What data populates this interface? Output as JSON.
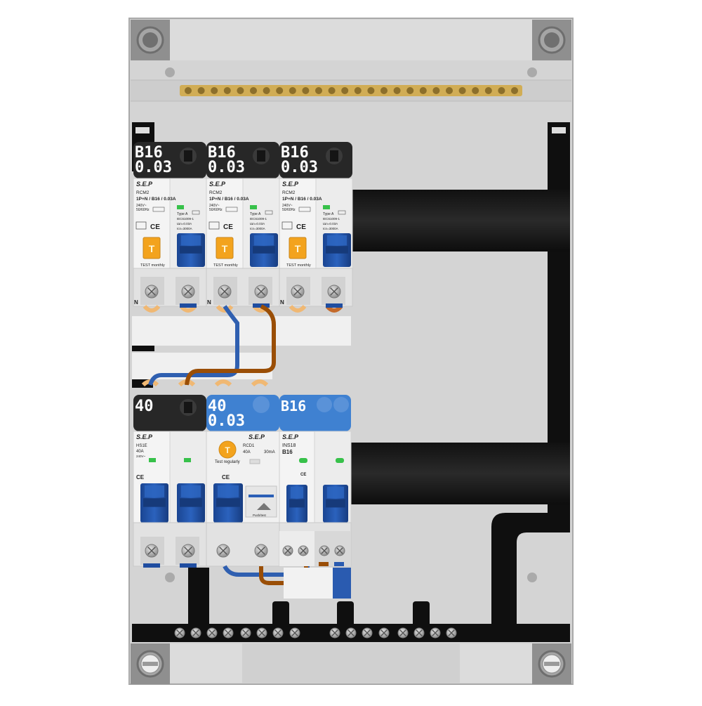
{
  "top_row": {
    "modules": [
      {
        "rating": "B16",
        "sensitivity": "0.03",
        "brand": "S.E.P",
        "model": "RCM2",
        "spec": "1P+N / B16 / 0.03A",
        "voltage": "240V~",
        "freq": "50/60Hz",
        "type": "Type A",
        "standard": "IEC61009-1",
        "idn": "IΔn=0.03A",
        "icn": "Icn=3000A",
        "test": "TEST monthly",
        "neutral": "N"
      },
      {
        "rating": "B16",
        "sensitivity": "0.03",
        "brand": "S.E.P",
        "model": "RCM2",
        "spec": "1P+N / B16 / 0.03A",
        "voltage": "240V~",
        "freq": "50/60Hz",
        "type": "Type A",
        "standard": "IEC61009-1",
        "idn": "IΔn=0.03A",
        "icn": "Icn=3000A",
        "test": "TEST monthly",
        "neutral": "N"
      },
      {
        "rating": "B16",
        "sensitivity": "0.03",
        "brand": "S.E.P",
        "model": "RCM2",
        "spec": "1P+N / B16 / 0.03A",
        "voltage": "240V~",
        "freq": "50/60Hz",
        "type": "Type A",
        "standard": "IEC61009-1",
        "idn": "IΔn=0.03A",
        "icn": "Icn=3000A",
        "test": "TEST monthly",
        "neutral": "N"
      }
    ]
  },
  "bottom_row": {
    "main_switch": {
      "rating": "40",
      "brand": "S.E.P",
      "model": "HS1E",
      "current": "40A",
      "voltage": "240V~"
    },
    "rcd": {
      "rating": "40",
      "sensitivity": "0.03",
      "brand": "S.E.P",
      "model": "RCD1",
      "current": "40A",
      "idn": "30mA",
      "test": "Test regularly",
      "push": "Push/test"
    },
    "breaker": {
      "rating": "B16",
      "brand": "S.E.P",
      "model": "INS18",
      "curve": "B16"
    }
  },
  "colors": {
    "label_dark": "#272727",
    "label_blue": "#3f81d1",
    "wire_blue": "#2f5fb0",
    "wire_brown": "#9a4e06",
    "busbar": "#d1ad55",
    "handle": "#1c4f9e",
    "test_button": "#f3a31d"
  }
}
